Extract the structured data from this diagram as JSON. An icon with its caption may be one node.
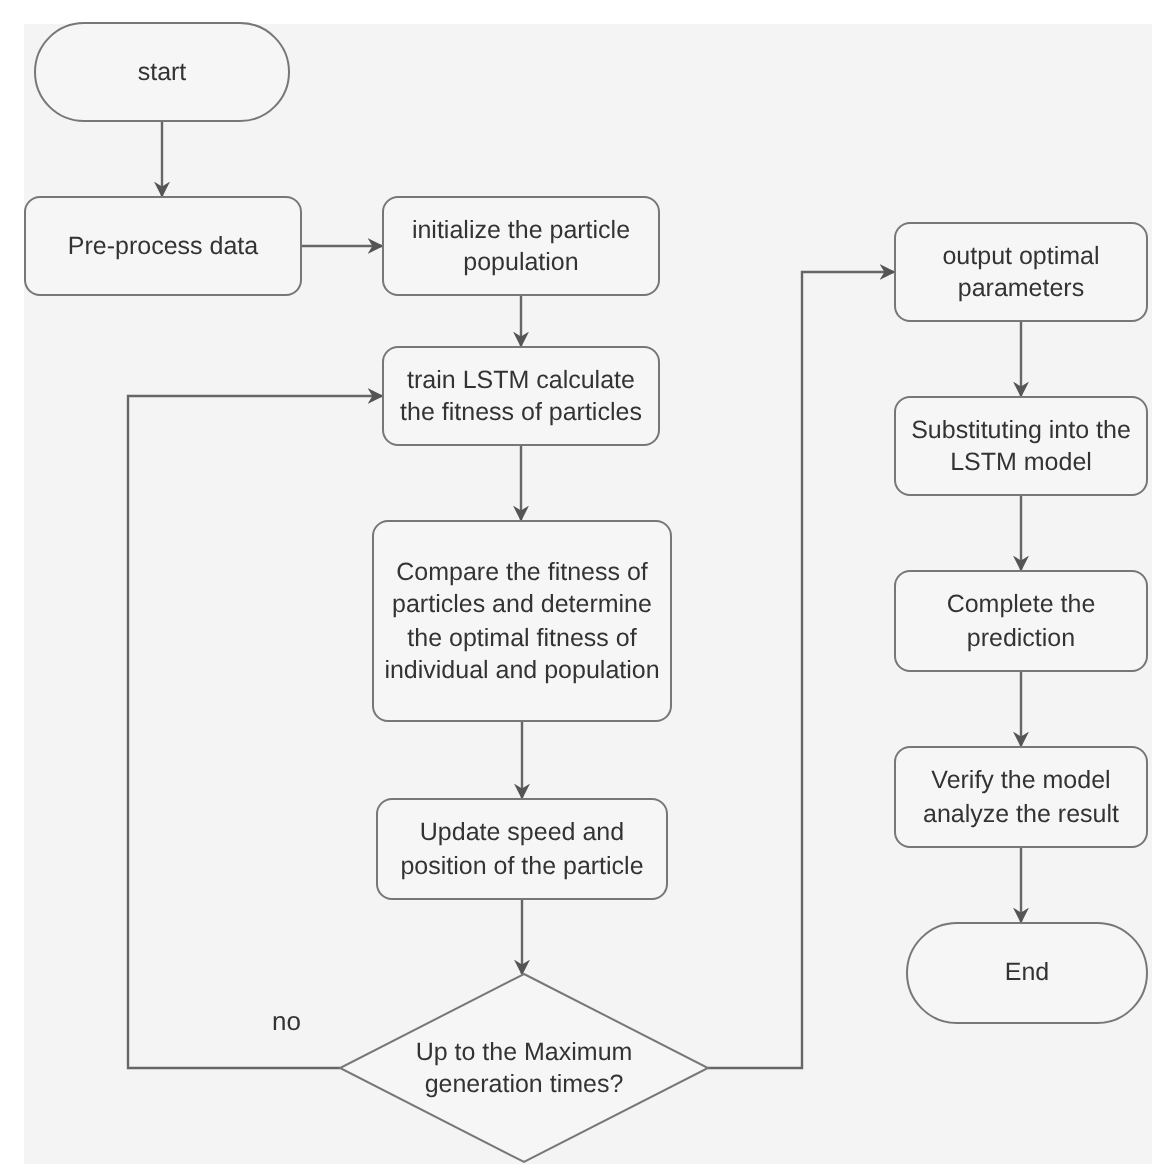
{
  "diagram": {
    "nodes": [
      {
        "text": [
          "start"
        ]
      },
      {
        "text": [
          "Pre-process data"
        ]
      },
      {
        "text": [
          "initialize the particle population"
        ]
      },
      {
        "text": [
          "train LSTM calculate the fitness of particles"
        ]
      },
      {
        "text": [
          "Compare the fitness of particles and determine the optimal fitness of individual and population"
        ]
      },
      {
        "text": [
          "Update speed and position of the particle"
        ]
      },
      {
        "text": [
          "Up to the Maximum generation times?"
        ]
      },
      {
        "text": [
          "output optimal parameters"
        ]
      },
      {
        "text": [
          "Substituting into the LSTM model"
        ]
      },
      {
        "text": [
          "Complete the prediction"
        ]
      },
      {
        "text": [
          "Verify the model analyze the result"
        ]
      },
      {
        "text": [
          "End"
        ]
      }
    ],
    "edges": [
      {
        "from": 0,
        "to": 1,
        "arrow": "to"
      },
      {
        "from": 1,
        "to": 2,
        "arrow": "to"
      },
      {
        "from": 2,
        "to": 3,
        "arrow": "to"
      },
      {
        "from": 3,
        "to": 4,
        "arrow": "to"
      },
      {
        "from": 4,
        "to": 5,
        "arrow": "to"
      },
      {
        "from": 5,
        "to": 6,
        "arrow": "to"
      },
      {
        "from": 6,
        "to": 3,
        "arrow": "to",
        "label": "no"
      },
      {
        "from": 6,
        "to": 7,
        "arrow": "to"
      },
      {
        "from": 7,
        "to": 8,
        "arrow": "to"
      },
      {
        "from": 8,
        "to": 9,
        "arrow": "to"
      },
      {
        "from": 9,
        "to": 10,
        "arrow": "to"
      },
      {
        "from": 10,
        "to": 11,
        "arrow": "to"
      }
    ]
  }
}
